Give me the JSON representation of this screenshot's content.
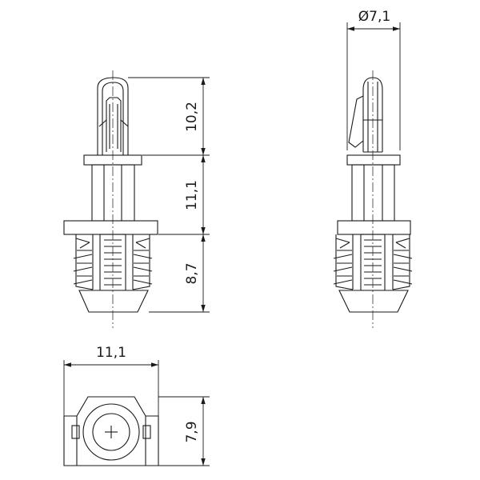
{
  "dimensions": {
    "diameter_top": "Ø7,1",
    "tip_height": "10,2",
    "middle_height": "11,1",
    "bottom_height": "8,7",
    "base_width": "11,1",
    "base_depth": "7,9"
  }
}
